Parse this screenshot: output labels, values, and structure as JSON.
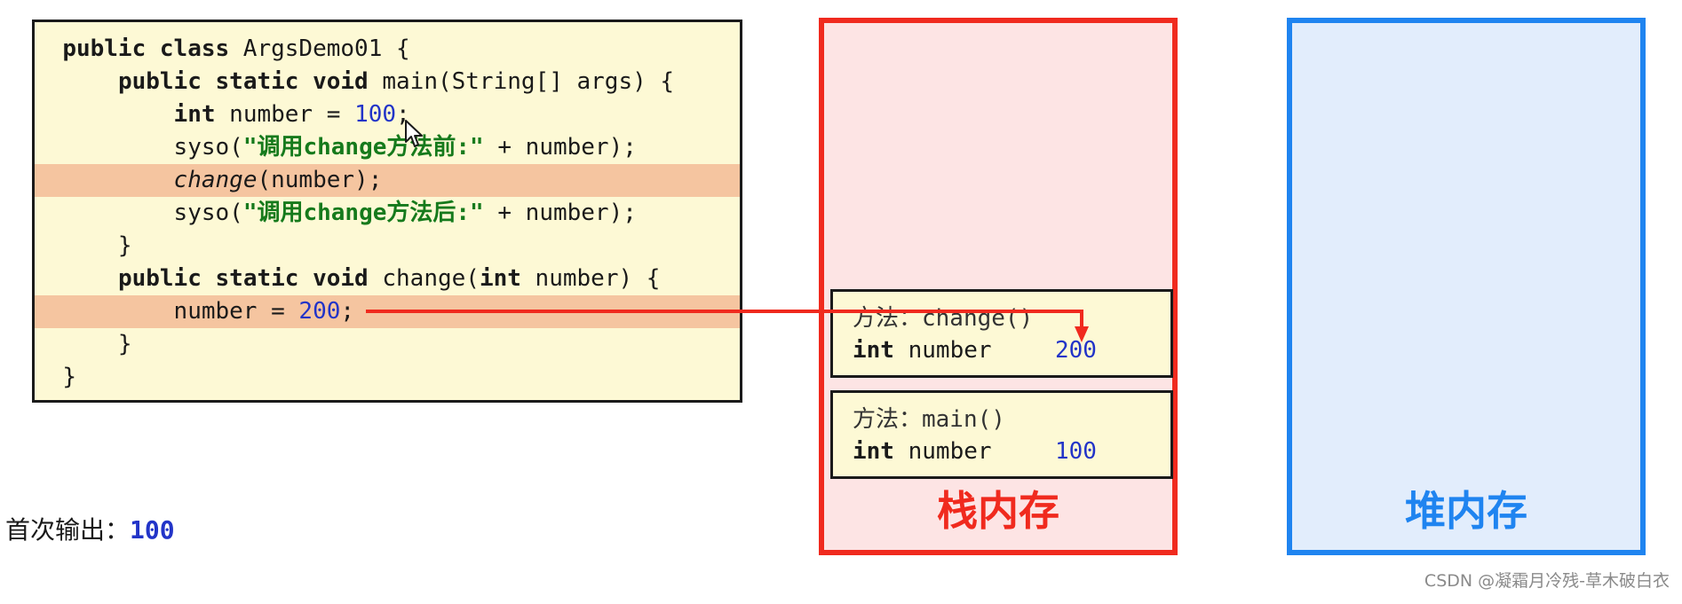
{
  "code": {
    "l1_kw": "public class",
    "l1_rest": " ArgsDemo01 {",
    "l2_indent": "    ",
    "l2_kw": "public static void",
    "l2_rest": " main(String[] args) {",
    "l3_indent": "        ",
    "l3_kw": "int",
    "l3_mid": " number = ",
    "l3_num": "100",
    "l3_end": ";",
    "l4_pre": "        syso(",
    "l4_str": "\"调用change方法前:\"",
    "l4_end": " + number);",
    "l5_indent": "        ",
    "l5_fn": "change",
    "l5_end": "(number);",
    "l6_pre": "        syso(",
    "l6_str": "\"调用change方法后:\"",
    "l6_end": " + number);",
    "l7": "    }",
    "l8_indent": "    ",
    "l8_kw": "public static void",
    "l8_mid": " change(",
    "l8_kw2": "int",
    "l8_end": " number) {",
    "l9_pre": "        number = ",
    "l9_num": "200",
    "l9_end": ";",
    "l10": "    }",
    "l11": "}"
  },
  "stack": {
    "label": "栈内存",
    "frames": [
      {
        "title": "方法：change()",
        "var_kw": "int",
        "var_name": " number",
        "value": "200"
      },
      {
        "title": "方法：main()",
        "var_kw": "int",
        "var_name": " number",
        "value": "100"
      }
    ]
  },
  "heap": {
    "label": "堆内存"
  },
  "output": {
    "label": "首次输出：",
    "value": "100"
  },
  "watermark": "CSDN @凝霜月冷残-草木破白衣",
  "colors": {
    "stack_border": "#f02a1e",
    "heap_border": "#1f84f0",
    "highlight": "#f5c5a0",
    "number": "#2234c8",
    "string": "#167a1c"
  }
}
